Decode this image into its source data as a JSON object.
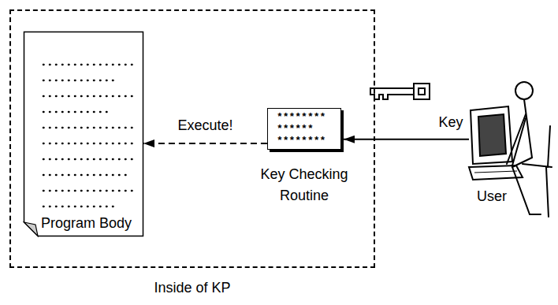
{
  "diagram": {
    "nodes": [
      {
        "text": [
          "Inside of KP"
        ]
      },
      {
        "text": [
          "Program Body"
        ],
        "in": 0
      },
      {
        "text": [
          "******** ****** ********",
          "Key Checking Routine"
        ],
        "in": 0
      },
      {
        "text": [
          "User"
        ]
      }
    ],
    "edges": [
      {
        "from": 3,
        "to": 2,
        "arrow": "to",
        "label": "Key"
      },
      {
        "from": 2,
        "to": 1,
        "arrow": "to",
        "label": "Execute!"
      }
    ]
  }
}
